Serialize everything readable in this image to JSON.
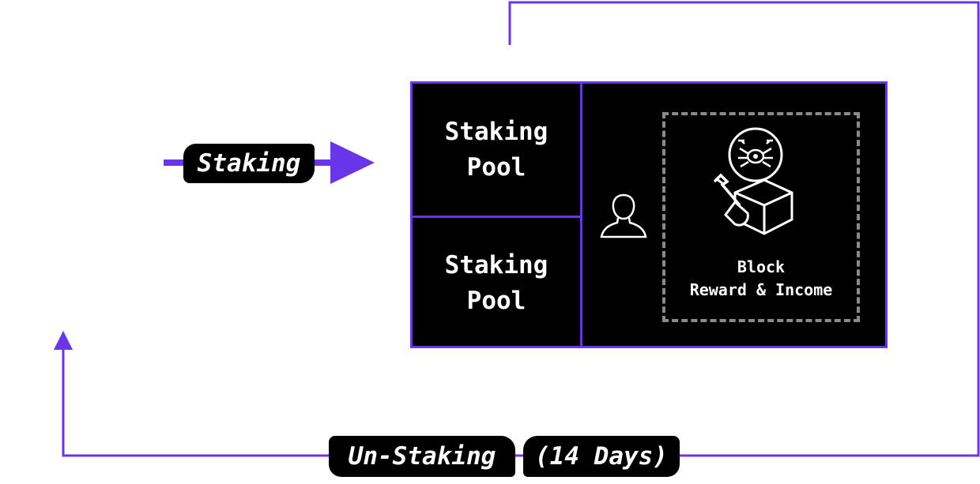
{
  "colors": {
    "accent": "#6a35e8",
    "box_background": "#000000",
    "dashed_border": "#8a8a8a",
    "text": "#ffffff",
    "page_background": "#ffffff"
  },
  "flow": {
    "staking_label": "Staking",
    "unstaking_label": "Un-Staking",
    "unstaking_period": "(14 Days)"
  },
  "pools": [
    {
      "label": "Staking\nPool"
    },
    {
      "label": "Staking\nPool"
    }
  ],
  "operator": {
    "icon": "user-icon"
  },
  "reward": {
    "label": "Block\nReward & Income",
    "icon": "miner-shovel-block-icon"
  }
}
